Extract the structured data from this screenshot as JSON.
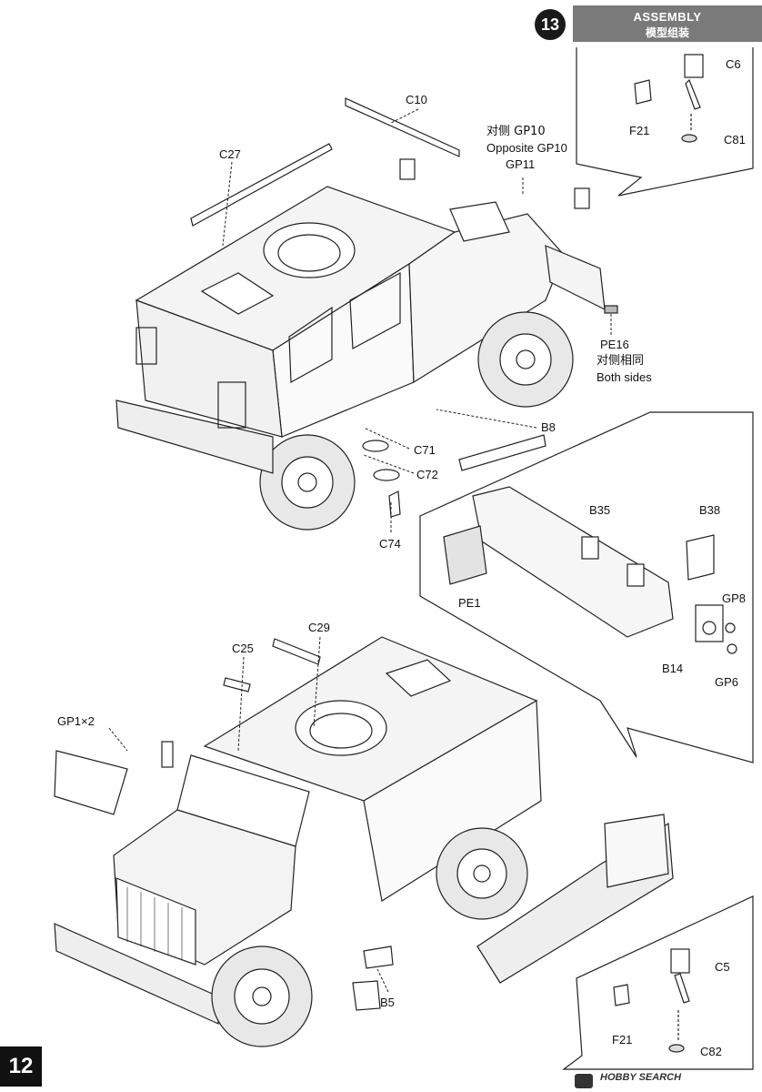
{
  "header": {
    "title": "ASSEMBLY",
    "subtitle": "模型组装",
    "step_number": "13",
    "page_number": "12"
  },
  "upper_view": {
    "labels": {
      "c10": "C10",
      "c27": "C27",
      "gp10_cn": "对侧 GP10",
      "gp10_en": "Opposite GP10",
      "gp11": "GP11",
      "pe16": "PE16",
      "pe16_cn": "对侧相同",
      "pe16_en": "Both sides",
      "b8": "B8",
      "c71": "C71",
      "c72": "C72",
      "c74": "C74"
    }
  },
  "mirror_inset_top": {
    "labels": {
      "c6": "C6",
      "f21": "F21",
      "c81": "C81"
    }
  },
  "bumper_inset": {
    "labels": {
      "b35": "B35",
      "b38": "B38",
      "pe1": "PE1",
      "gp8": "GP8",
      "b14": "B14",
      "gp6": "GP6"
    }
  },
  "lower_view": {
    "labels": {
      "c29": "C29",
      "c25": "C25",
      "gp1": "GP1×2",
      "b5": "B5"
    }
  },
  "mirror_inset_bottom": {
    "labels": {
      "c5": "C5",
      "f21": "F21",
      "c82": "C82"
    }
  },
  "footer": {
    "watermark": "HOBBY SEARCH"
  }
}
